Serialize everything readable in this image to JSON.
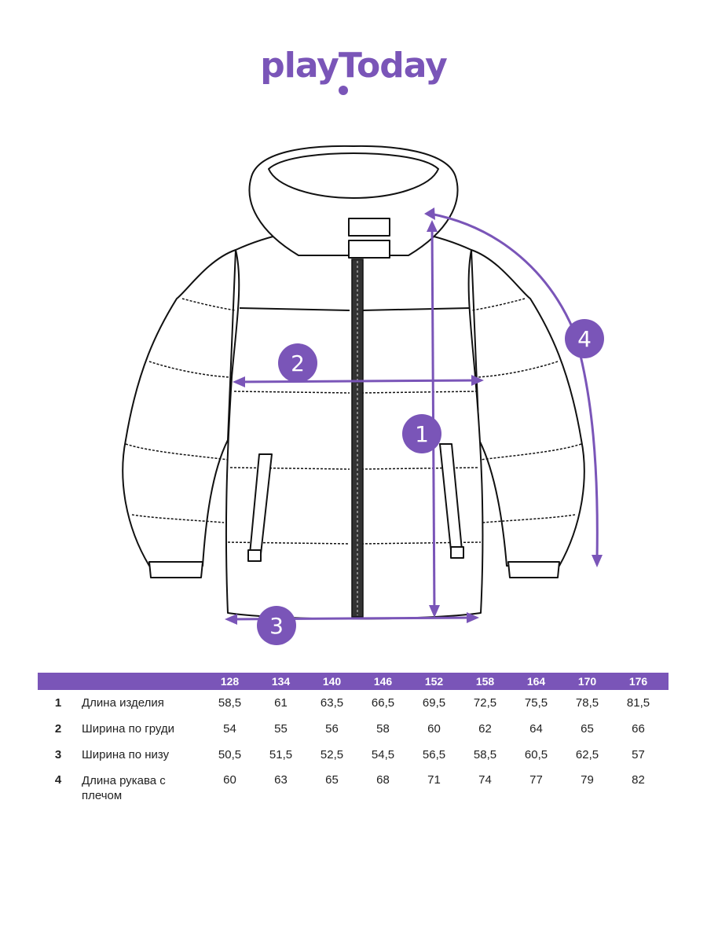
{
  "brand": {
    "logo_text": "playToday",
    "accent": "#7a55b8"
  },
  "diagram": {
    "labels": [
      "1",
      "2",
      "3",
      "4"
    ],
    "icons": [
      "jacket-illustration"
    ]
  },
  "size_table": {
    "sizes": [
      "128",
      "134",
      "140",
      "146",
      "152",
      "158",
      "164",
      "170",
      "176"
    ],
    "rows": [
      {
        "num": "1",
        "name": "Длина изделия",
        "values": [
          "58,5",
          "61",
          "63,5",
          "66,5",
          "69,5",
          "72,5",
          "75,5",
          "78,5",
          "81,5"
        ]
      },
      {
        "num": "2",
        "name": "Ширина по груди",
        "values": [
          "54",
          "55",
          "56",
          "58",
          "60",
          "62",
          "64",
          "65",
          "66"
        ]
      },
      {
        "num": "3",
        "name": "Ширина по низу",
        "values": [
          "50,5",
          "51,5",
          "52,5",
          "54,5",
          "56,5",
          "58,5",
          "60,5",
          "62,5",
          "57"
        ]
      },
      {
        "num": "4",
        "name": "Длина рукава с плечом",
        "values": [
          "60",
          "63",
          "65",
          "68",
          "71",
          "74",
          "77",
          "79",
          "82"
        ]
      }
    ]
  }
}
